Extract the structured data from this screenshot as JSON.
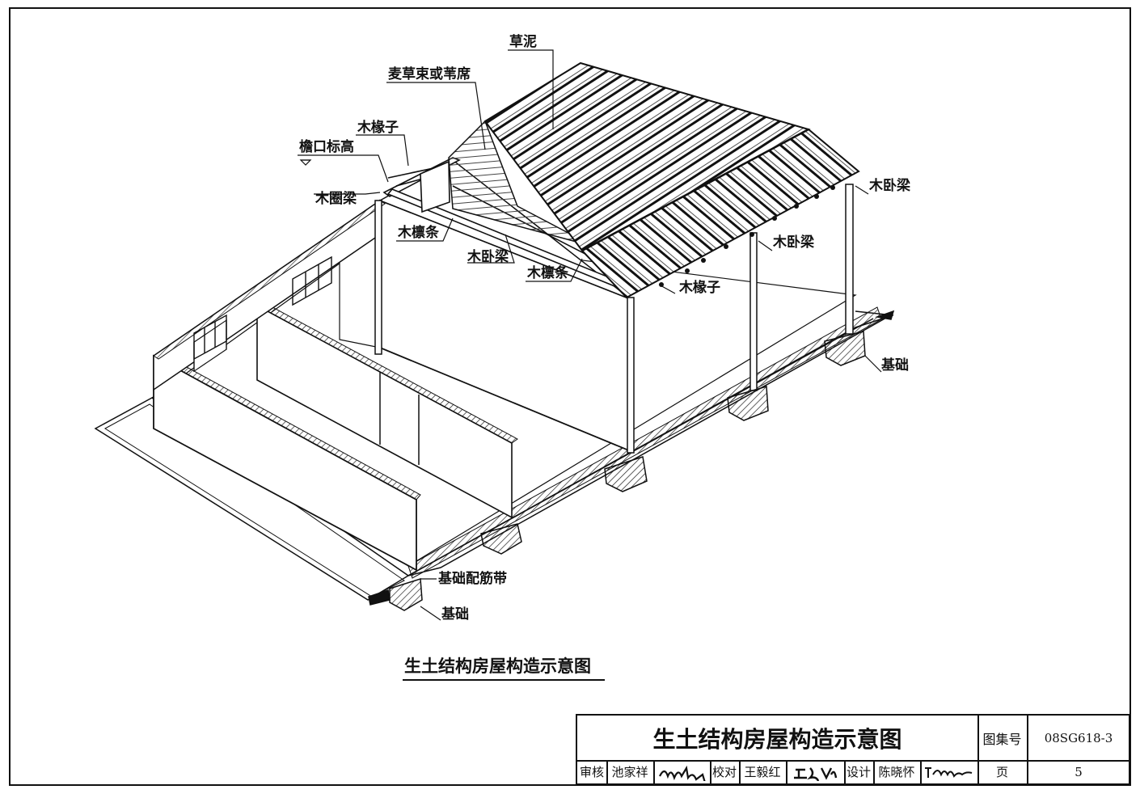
{
  "drawing": {
    "labels": {
      "straw_mud": "草泥",
      "straw_mat": "麦草束或苇席",
      "rafter_top": "木椽子",
      "eave_height": "檐口标高",
      "ring_beam": "木圈梁",
      "purlin_left": "木檩条",
      "beam_front": "木卧梁",
      "purlin_right": "木檩条",
      "beam_mid": "木卧梁",
      "beam_right": "木卧梁",
      "rafter_bottom": "木椽子",
      "foundation_right": "基础",
      "footing_band": "基础配筋带",
      "foundation_bottom": "基础"
    },
    "caption": "生土结构房屋构造示意图"
  },
  "title_block": {
    "title": "生土结构房屋构造示意图",
    "atlas_label": "图集号",
    "atlas_no": "08SG618-3",
    "review_label": "审核",
    "reviewer": "池家祥",
    "reviewer_sig": "池家祥",
    "check_label": "校对",
    "checker": "王毅红",
    "checker_sig": "王毅红",
    "design_label": "设计",
    "designer": "陈晓怀",
    "designer_sig": "陈晓怀",
    "page_label": "页",
    "page_no": "5"
  }
}
